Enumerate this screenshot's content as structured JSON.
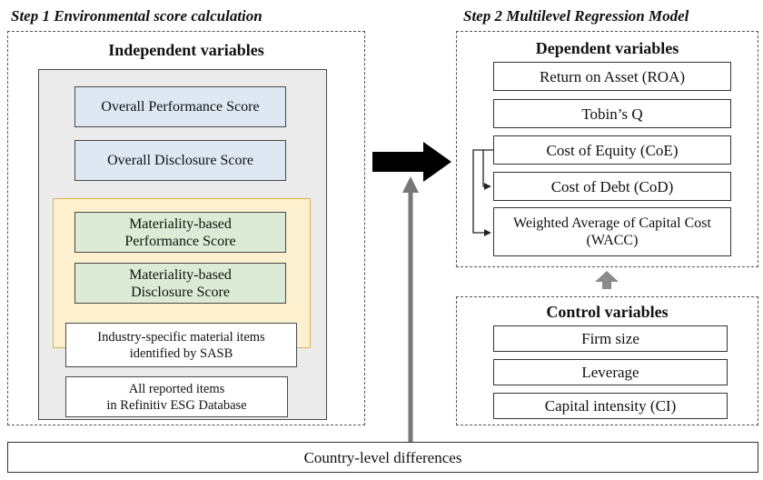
{
  "step1": {
    "title": "Step 1 Environmental score calculation",
    "independent_title": "Independent variables",
    "overall_performance": "Overall Performance Score",
    "overall_disclosure": "Overall Disclosure Score",
    "materiality_performance_line1": "Materiality-based",
    "materiality_performance_line2": "Performance Score",
    "materiality_disclosure_line1": "Materiality-based",
    "materiality_disclosure_line2": "Disclosure Score",
    "sasb_line1": "Industry-specific material items",
    "sasb_line2": "identified by SASB",
    "refinitiv_line1": "All reported items",
    "refinitiv_line2": "in Refinitiv ESG Database"
  },
  "step2": {
    "title": "Step 2 Multilevel Regression Model",
    "dependent_title": "Dependent variables",
    "dependent": [
      "Return on Asset (ROA)",
      "Tobin’s Q",
      "Cost of Equity (CoE)",
      "Cost of Debt (CoD)"
    ],
    "wacc_line1": "Weighted Average of Capital Cost",
    "wacc_line2": "(WACC)"
  },
  "control": {
    "title": "Control variables",
    "items": [
      "Firm size",
      "Leverage",
      "Capital intensity (CI)"
    ]
  },
  "country": {
    "label": "Country-level differences"
  },
  "colors": {
    "blue_fill": "#dde8f3",
    "green_fill": "#dcebd5",
    "yellow_fill": "#fdf0cf",
    "gray_fill": "#ebebeb",
    "big_arrow": "#000000",
    "gray_arrow": "#777777"
  }
}
